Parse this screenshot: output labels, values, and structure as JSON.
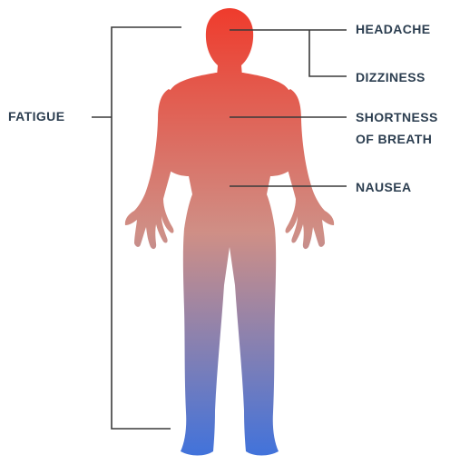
{
  "colors": {
    "body_top": "#ef3b2c",
    "body_middle": "#cf8f86",
    "body_bottom": "#3f72dc",
    "lines": "#3a3a3a",
    "labels": "#2c3e50"
  },
  "symptoms": {
    "fatigue": "FATIGUE",
    "headache": "HEADACHE",
    "dizziness": "DIZZINESS",
    "shortness_of_breath": [
      "SHORTNESS",
      "OF BREATH"
    ],
    "nausea": "NAUSEA"
  }
}
